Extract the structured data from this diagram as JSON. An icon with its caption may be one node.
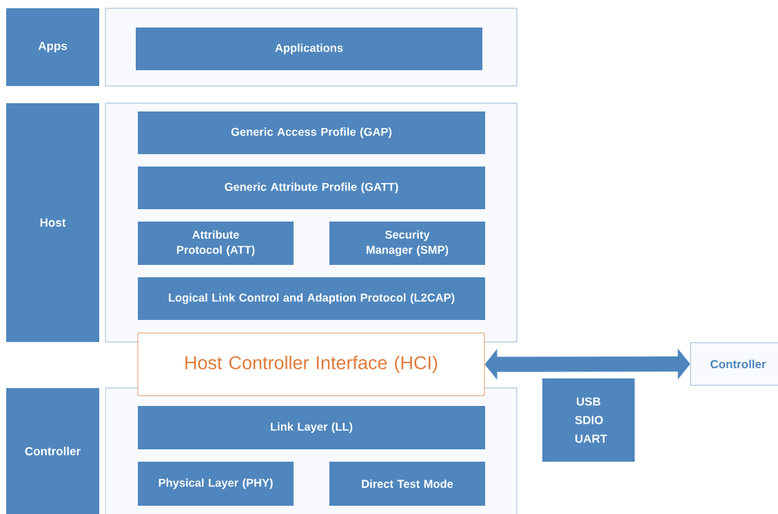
{
  "diagram": {
    "nodes": [
      {
        "text": [
          "Apps"
        ]
      },
      {
        "text": [],
        "shape": "box"
      },
      {
        "text": [
          "Applications"
        ],
        "in": 1
      },
      {
        "text": [
          "Host"
        ]
      },
      {
        "text": [],
        "shape": "box"
      },
      {
        "text": [
          "Generic Access Profile (GAP)"
        ],
        "in": 4
      },
      {
        "text": [
          "Generic Attribute Profile (GATT)"
        ],
        "in": 4
      },
      {
        "text": [
          "Attribute Protocol (ATT)"
        ],
        "in": 4
      },
      {
        "text": [
          "Security Manager (SMP)"
        ],
        "in": 4
      },
      {
        "text": [
          "Logical Link Control and Adaption Protocol (L2CAP)"
        ],
        "in": 4
      },
      {
        "text": [
          "Host Controller Interface (HCI)"
        ]
      },
      {
        "text": [
          "Controller"
        ]
      },
      {
        "text": [],
        "shape": "box"
      },
      {
        "text": [
          "Link Layer (LL)"
        ],
        "in": 12
      },
      {
        "text": [
          "Physical Layer (PHY)"
        ],
        "in": 12
      },
      {
        "text": [
          "Direct Test Mode"
        ],
        "in": 12
      },
      {
        "text": [
          "USB SDIO UART"
        ]
      },
      {
        "text": [
          "Controller"
        ]
      }
    ],
    "edges": [
      {
        "from": 10,
        "to": 17,
        "arrow": "both"
      }
    ]
  }
}
